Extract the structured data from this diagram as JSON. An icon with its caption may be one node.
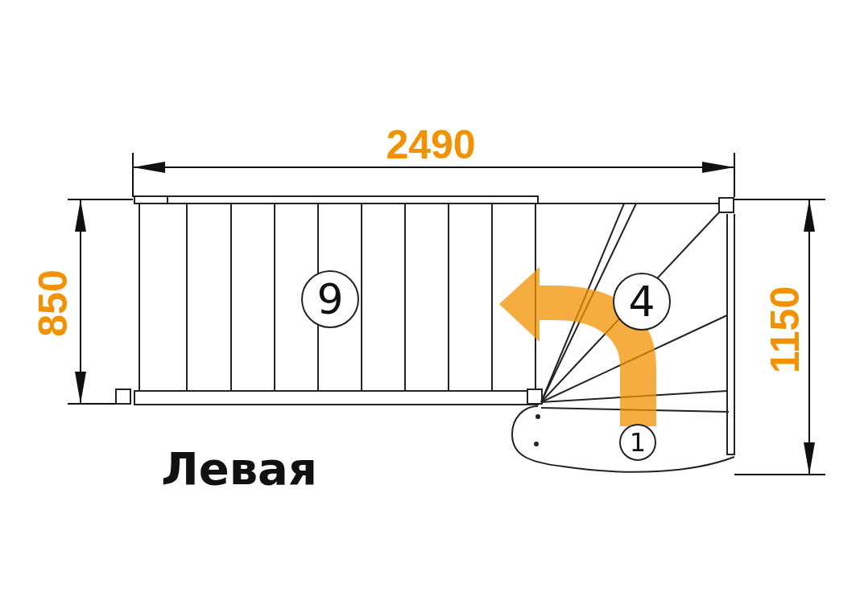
{
  "diagram": {
    "nodes": [
      {
        "text": [
          "9"
        ]
      },
      {
        "text": [
          "4"
        ]
      },
      {
        "text": [
          "1"
        ]
      }
    ],
    "labels": [
      "2490",
      "850",
      "1150",
      "Левая"
    ]
  }
}
